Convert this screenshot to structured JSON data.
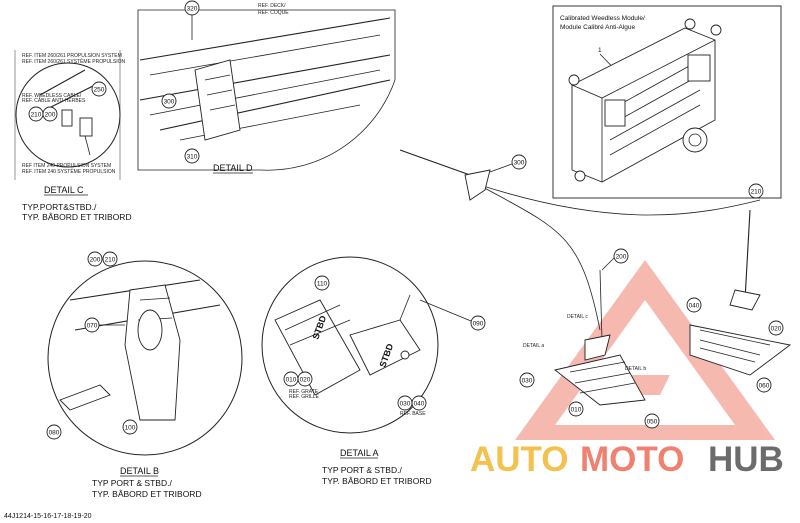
{
  "module": {
    "title_line1": "Calibrated Weedless Module/",
    "title_line2": "Module Calibré Anti-Algue",
    "item": "1"
  },
  "detail_c": {
    "title": "DETAIL C",
    "sub1": "TYP.PORT&STBD./",
    "sub2": "TYP. BÂBORD ET TRIBORD",
    "ref1_l1": "REF. ITEM 260/261 PROPULSION SYSTEM",
    "ref1_l2": "REF. ITEM 260/261 SYSTÈME PROPULSION",
    "ref2_l1": "REF. WEEDLESS CABLE/",
    "ref2_l2": "REF. CÂBLE ANTI-HERBES",
    "ref3_l1": "REF ITEM 240 PROPULSION SYSTEM",
    "ref3_l2": "REF. ITEM 240 SYSTÈME PROPULSION",
    "c250": "250",
    "c210": "210",
    "c200": "200"
  },
  "detail_d": {
    "title": "DETAIL D",
    "ref_l1": "REF. DECK/",
    "ref_l2": "REF. COQUE",
    "c320": "320",
    "c300": "300",
    "c310": "310"
  },
  "detail_b": {
    "title": "DETAIL B",
    "sub1": "TYP PORT & STBD./",
    "sub2": "TYP. BÂBORD ET TRIBORD",
    "c200": "200",
    "c210": "210",
    "c070": "070",
    "c080": "080",
    "c100": "100"
  },
  "detail_a": {
    "title": "DETAIL A",
    "sub1": "TYP PORT & STBD./",
    "sub2": "TYP. BÂBORD ET TRIBORD",
    "ref_grate_l1": "REF. GRATE",
    "ref_grate_l2": "REF. GRILLE",
    "ref_base": "REF. BASE",
    "stbd1": "STBD",
    "stbd2": "STBD",
    "c110": "110",
    "c090": "090",
    "c010": "010",
    "c020": "020",
    "c030": "030",
    "c040": "040"
  },
  "main": {
    "c300": "300",
    "c210": "210",
    "c200": "200",
    "c040": "040",
    "c020": "020",
    "c060": "060",
    "c030": "030",
    "c010": "010",
    "c050": "050",
    "detail_c_label": "DETAIL c",
    "detail_a_label": "DETAIL a",
    "detail_b_label": "DETAIL b"
  },
  "footer": {
    "drawing_number": "44J1214-15-16-17-18-19-20"
  },
  "watermark": {
    "auto": "AUTO",
    "moto": "MOTO",
    "hub": "HUB",
    "color_triangle": "#f08070",
    "color_auto": "#f2c14e",
    "color_hub": "#6c6c6c"
  }
}
